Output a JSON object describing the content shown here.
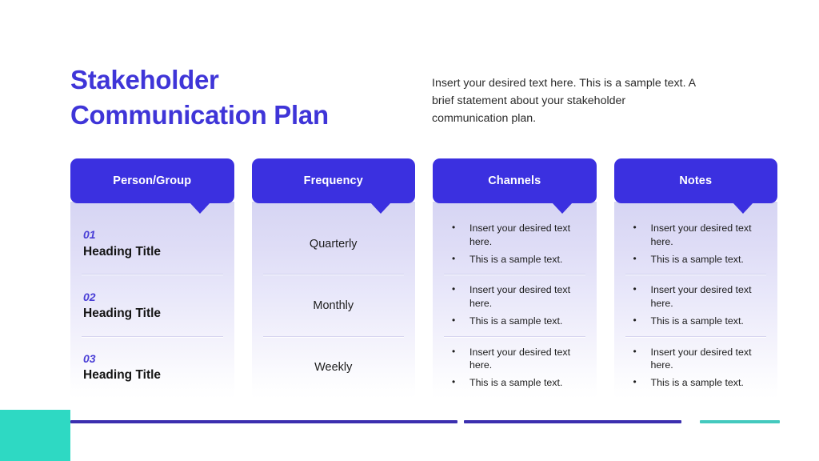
{
  "slide": {
    "title_line1": "Stakeholder",
    "title_line2": "Communication Plan",
    "intro": "Insert your desired text here. This is a sample text. A brief statement about your stakeholder communication plan.",
    "accent_blue": "#3B30E0",
    "accent_title_blue": "#3F35D8",
    "accent_teal": "#2ED9C3",
    "accent_rule_purple": "#3B2FAF",
    "accent_rule_teal": "#44C9BE"
  },
  "columns": [
    {
      "header": "Person/Group",
      "type": "numbered",
      "rows": [
        {
          "number": "01",
          "heading": "Heading Title"
        },
        {
          "number": "02",
          "heading": "Heading Title"
        },
        {
          "number": "03",
          "heading": "Heading Title"
        }
      ]
    },
    {
      "header": "Frequency",
      "type": "text",
      "rows": [
        {
          "value": "Quarterly"
        },
        {
          "value": "Monthly"
        },
        {
          "value": "Weekly"
        }
      ]
    },
    {
      "header": "Channels",
      "type": "bullets",
      "rows": [
        {
          "bullets": [
            "Insert your desired text here.",
            "This is a sample text."
          ]
        },
        {
          "bullets": [
            "Insert your desired text here.",
            "This is a sample text."
          ]
        },
        {
          "bullets": [
            "Insert your desired text here.",
            "This is a sample text."
          ]
        }
      ]
    },
    {
      "header": "Notes",
      "type": "bullets",
      "rows": [
        {
          "bullets": [
            "Insert your desired text here.",
            "This is a sample text."
          ]
        },
        {
          "bullets": [
            "Insert your desired text here.",
            "This is a sample text."
          ]
        },
        {
          "bullets": [
            "Insert your desired text here.",
            "This is a sample text."
          ]
        }
      ]
    }
  ]
}
